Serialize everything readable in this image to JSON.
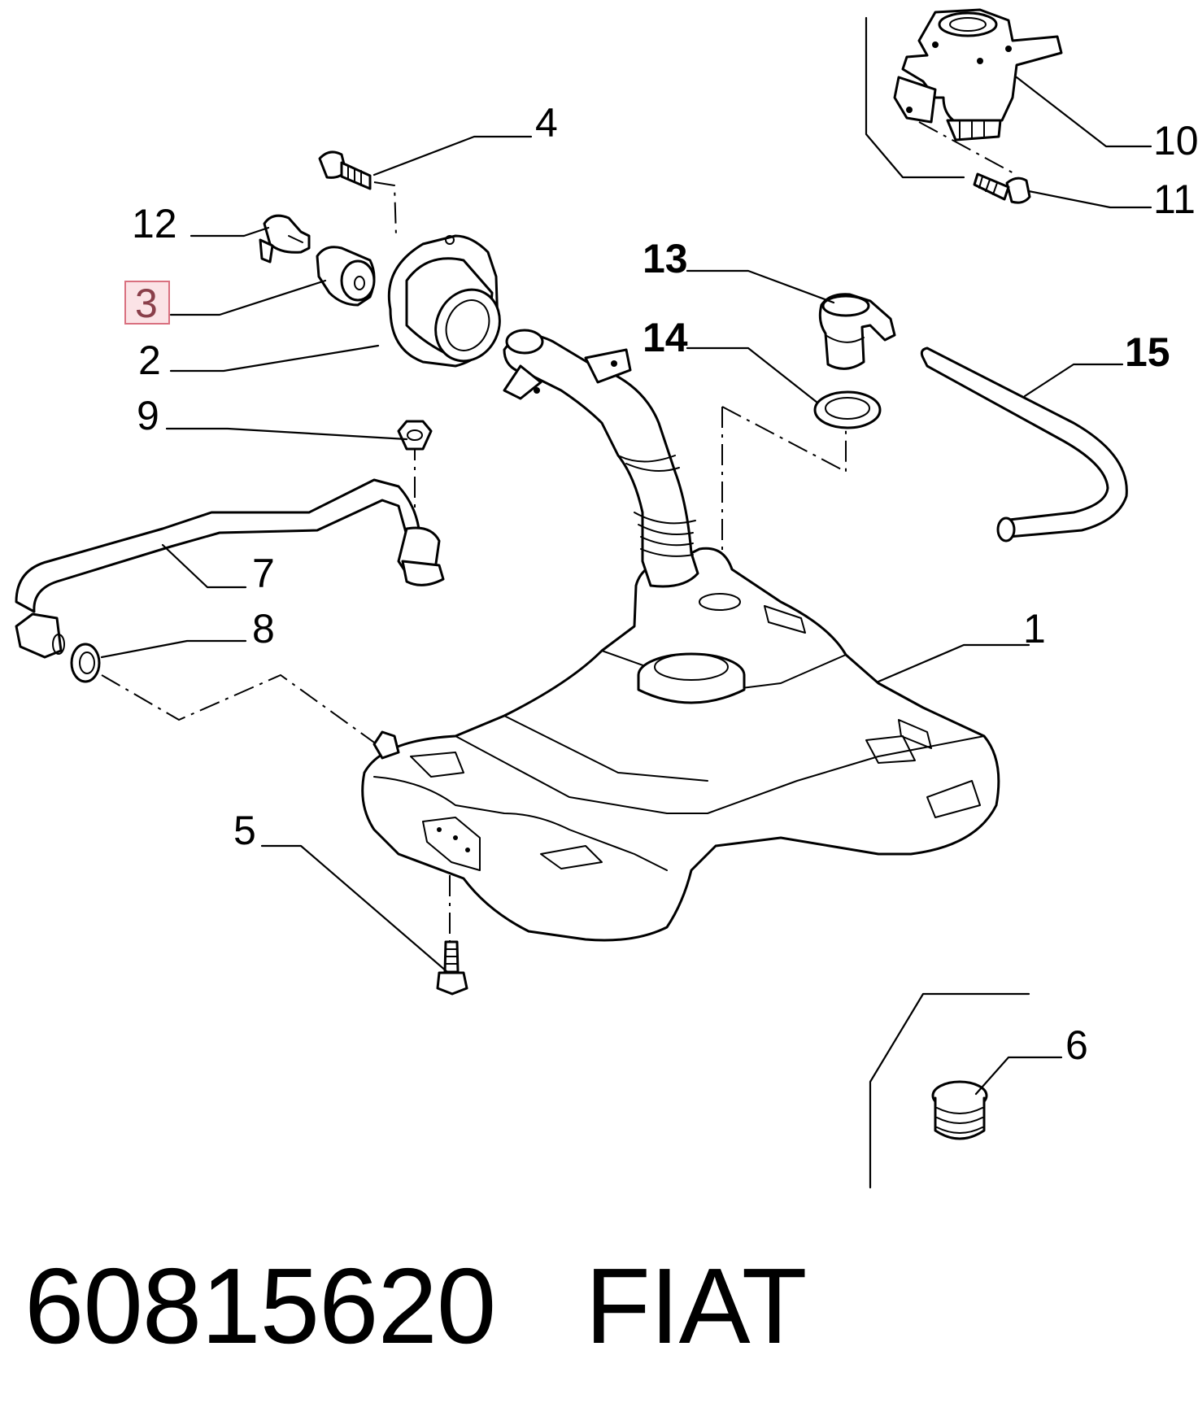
{
  "callouts": [
    {
      "id": "1",
      "label": "1"
    },
    {
      "id": "2",
      "label": "2"
    },
    {
      "id": "3",
      "label": "3",
      "highlighted": true
    },
    {
      "id": "4",
      "label": "4"
    },
    {
      "id": "5",
      "label": "5"
    },
    {
      "id": "6",
      "label": "6"
    },
    {
      "id": "7",
      "label": "7"
    },
    {
      "id": "8",
      "label": "8"
    },
    {
      "id": "9",
      "label": "9"
    },
    {
      "id": "10",
      "label": "10"
    },
    {
      "id": "11",
      "label": "11"
    },
    {
      "id": "12",
      "label": "12"
    },
    {
      "id": "13",
      "label": "13"
    },
    {
      "id": "14",
      "label": "14"
    },
    {
      "id": "15",
      "label": "15"
    }
  ],
  "footer": {
    "part_number": "60815620",
    "brand": "FIAT"
  },
  "colors": {
    "line": "#000000",
    "highlight_fill": "#fbe3e6",
    "highlight_border": "#d9707f",
    "background": "#ffffff"
  }
}
